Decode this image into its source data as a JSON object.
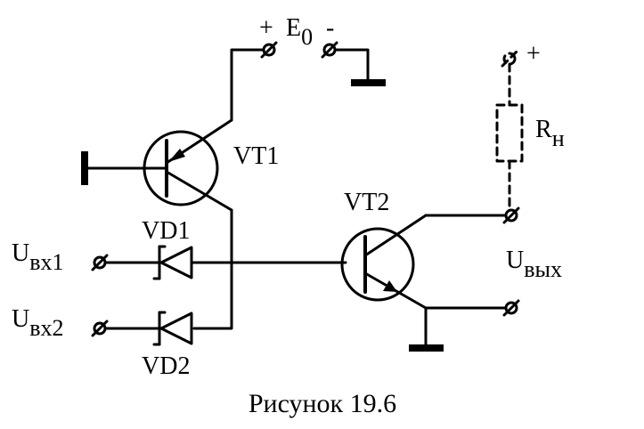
{
  "labels": {
    "e0_plus": "+",
    "e0_main": "E",
    "e0_sub": "0",
    "e0_minus": "-",
    "vt1": "VT1",
    "vt2": "VT2",
    "vd1": "VD1",
    "vd2": "VD2",
    "rn_main": "R",
    "rn_sub": "н",
    "load_plus": "+",
    "uin1_main": "U",
    "uin1_sub": "вх1",
    "uin2_main": "U",
    "uin2_sub": "вх2",
    "uout_main": "U",
    "uout_sub": "вых"
  },
  "caption": "Рисунок 19.6"
}
